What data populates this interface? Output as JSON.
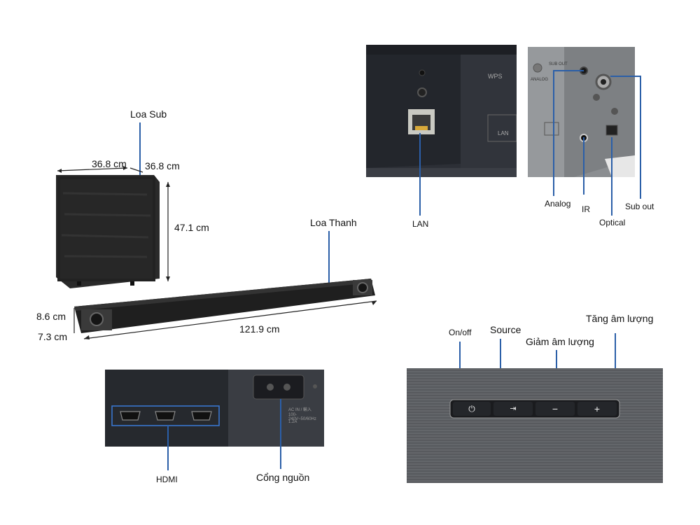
{
  "product": {
    "sub_label": "Loa Sub",
    "bar_label": "Loa Thanh",
    "sub_width": "36.8 cm",
    "sub_depth": "36.8 cm",
    "sub_height": "47.1 cm",
    "bar_height": "8.6 cm",
    "bar_depth": "7.3 cm",
    "bar_length": "121.9 cm"
  },
  "lan_panel": {
    "label_lan": "LAN",
    "printed_wps": "WPS",
    "printed_lan": "LAN"
  },
  "ports_panel": {
    "label_analog": "Analog",
    "label_ir": "IR",
    "label_optical": "Optical",
    "label_subout": "Sub out",
    "printed_subout": "SUB OUT",
    "printed_analog": "ANALOG"
  },
  "hdmi_panel": {
    "label_hdmi": "HDMI",
    "label_power": "Cổng nguồn",
    "printed_ac": "AC IN / 輸入",
    "printed_voltage": "100-240V~50/60Hz",
    "printed_amp": "1.2A"
  },
  "controls_panel": {
    "label_onoff": "On/off",
    "label_source": "Source",
    "label_voldown": "Giảm âm lượng",
    "label_volup": "Tăng âm lượng"
  }
}
